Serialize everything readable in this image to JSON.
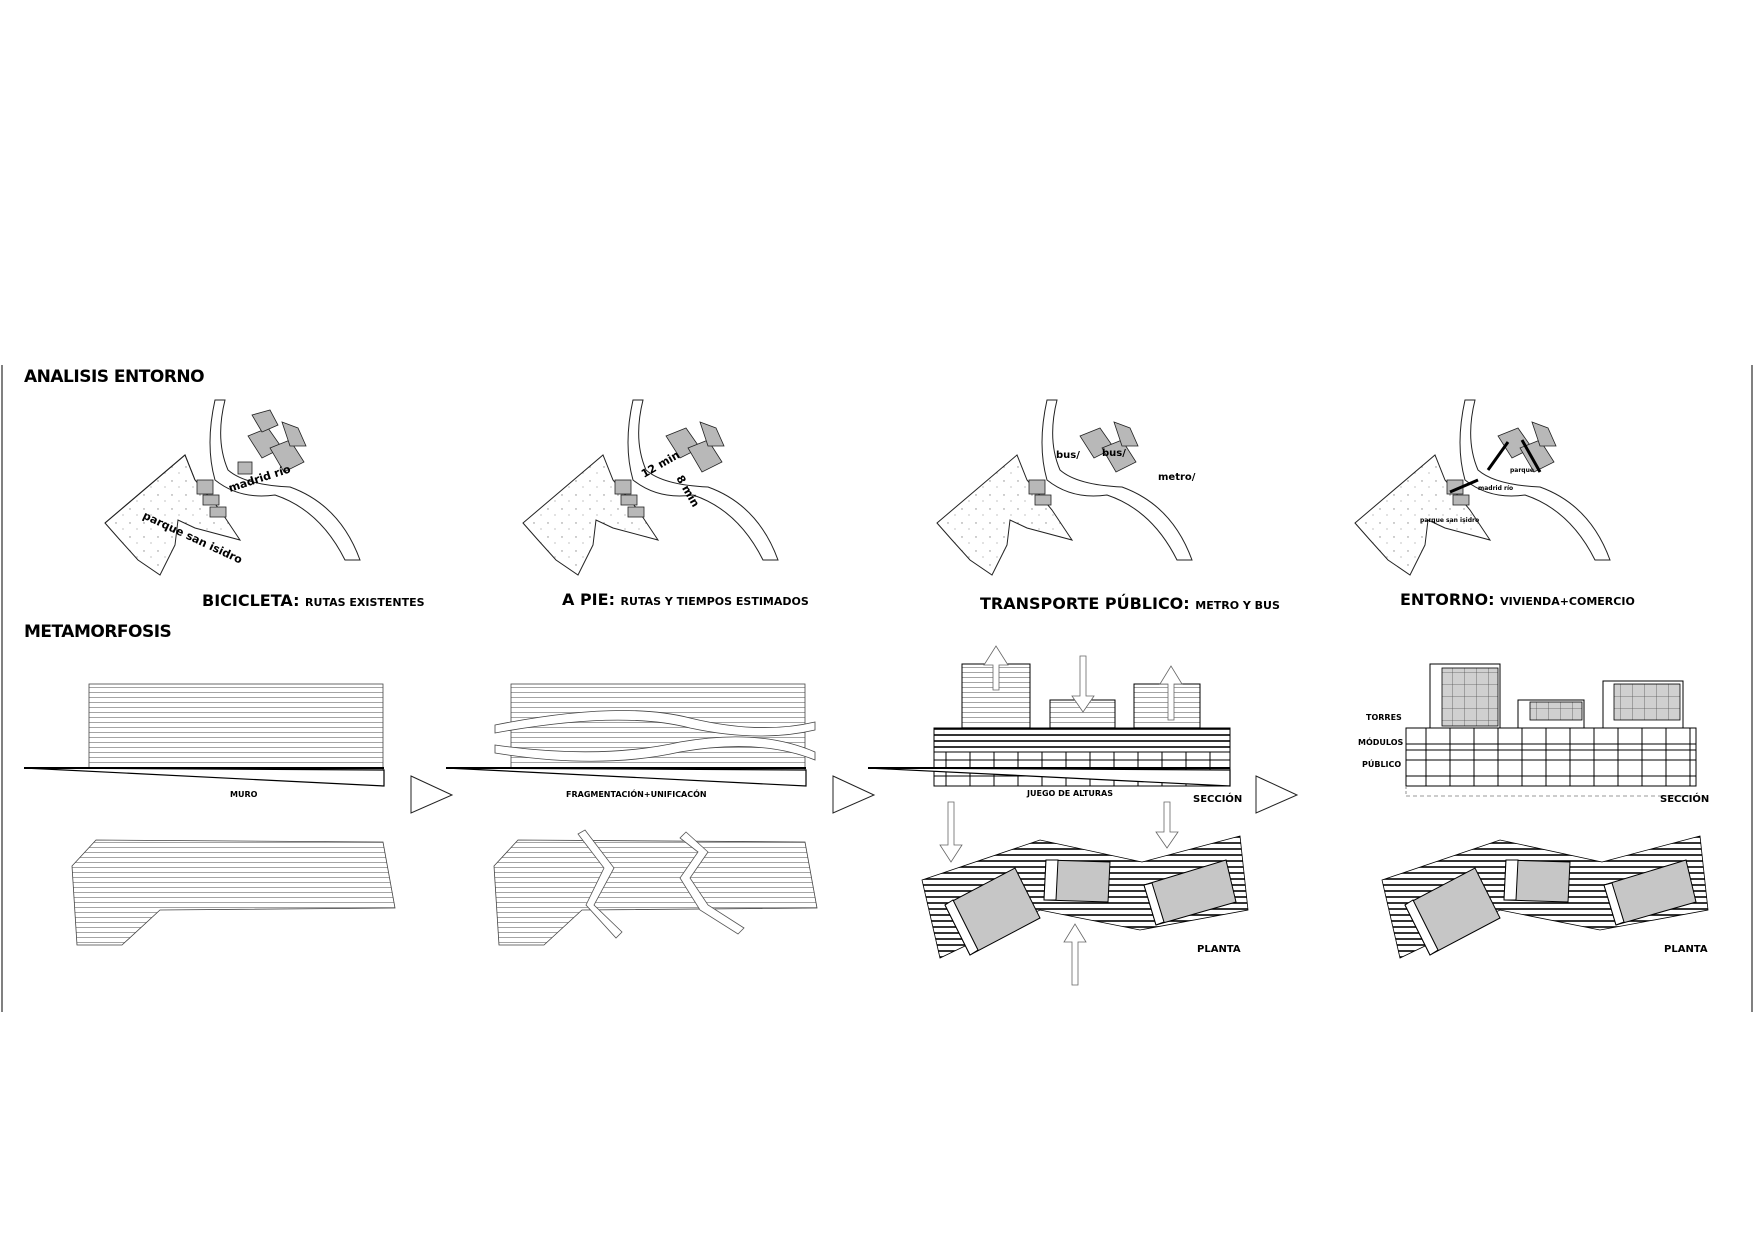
{
  "sections": {
    "analisis": "ANALISIS ENTORNO",
    "metamorfosis": "METAMORFOSIS"
  },
  "maps": [
    {
      "title_main": "BICICLETA:",
      "title_sub": "RUTAS EXISTENTES",
      "labels": [
        "madrid río",
        "parque san isidro"
      ]
    },
    {
      "title_main": "A PIE:",
      "title_sub": "RUTAS Y TIEMPOS ESTIMADOS",
      "labels": [
        "12 min",
        "8 min"
      ]
    },
    {
      "title_main": "TRANSPORTE PÚBLICO:",
      "title_sub": "METRO Y BUS",
      "labels": [
        "bus/",
        "bus/",
        "metro/"
      ]
    },
    {
      "title_main": "ENTORNO:",
      "title_sub": "VIVIENDA+COMERCIO",
      "labels": [
        "parque san isidro",
        "madrid río",
        "parque"
      ]
    }
  ],
  "steps": [
    {
      "label": "MURO"
    },
    {
      "label": "FRAGMENTACIÓN+UNIFICACÓN"
    },
    {
      "label": "JUEGO DE ALTURAS",
      "seccion": "SECCIÓN",
      "planta": "PLANTA"
    },
    {
      "seccion": "SECCIÓN",
      "planta": "PLANTA",
      "layers": [
        "TORRES",
        "MÓDULOS",
        "PÚBLICO"
      ]
    }
  ],
  "colors": {
    "ink": "#000000",
    "site_fill": "#f2f2f2",
    "block_fill": "#b8b8b8",
    "hatch": "#555555"
  }
}
